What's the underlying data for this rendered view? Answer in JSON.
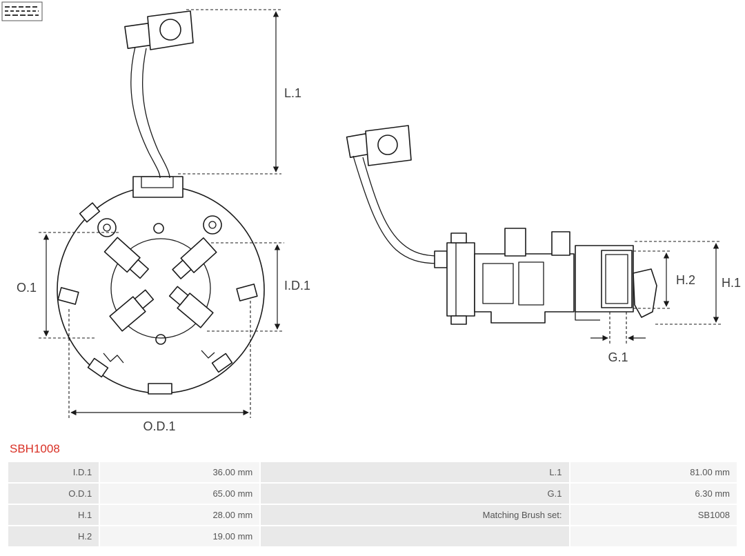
{
  "part": {
    "number": "SBH1008"
  },
  "colors": {
    "part_number_red": "#d93025",
    "table_label_bg": "#e9e9e9",
    "table_value_bg": "#f5f5f5",
    "drawing_line": "#1a1a1a"
  },
  "diagram": {
    "labels": {
      "l1": "L.1",
      "o1": "O.1",
      "id1": "I.D.1",
      "od1": "O.D.1",
      "h2": "H.2",
      "h1": "H.1",
      "g1": "G.1"
    }
  },
  "spec_table": {
    "rows": [
      {
        "c1": "I.D.1",
        "c2": "36.00 mm",
        "c3": "L.1",
        "c4": "81.00 mm"
      },
      {
        "c1": "O.D.1",
        "c2": "65.00 mm",
        "c3": "G.1",
        "c4": "6.30 mm"
      },
      {
        "c1": "H.1",
        "c2": "28.00 mm",
        "c3": "Matching Brush set:",
        "c4": "SB1008"
      },
      {
        "c1": "H.2",
        "c2": "19.00 mm",
        "c3": "",
        "c4": ""
      }
    ]
  }
}
